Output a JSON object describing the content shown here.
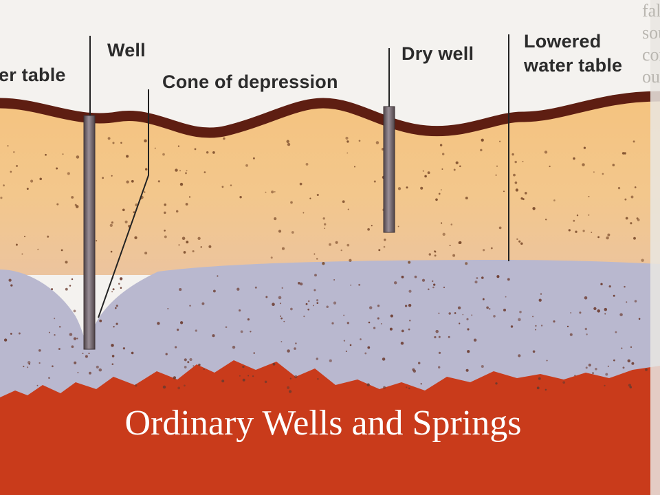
{
  "diagram": {
    "labels": {
      "water_table": "er table",
      "well": "Well",
      "cone_of_depression": "Cone of depression",
      "dry_well": "Dry well",
      "lowered_water_table_line1": "Lowered",
      "lowered_water_table_line2": "water table"
    },
    "caption": "Ordinary Wells and Springs"
  },
  "background_text": [
    "falls too low. After water is used, it generally drains",
    "source. Because groundwater replenishes itself",
    "communities recycle their water. If water is pumped",
    "out faster than the aquifer can replenish, the"
  ],
  "colors": {
    "topsoil": "#5e1e12",
    "sand": "#f2c27e",
    "aquifer": "#b7b6cd",
    "bedrock": "#c83a1a",
    "well_pipe": "#7a6f78",
    "caption": "#ffffff"
  }
}
